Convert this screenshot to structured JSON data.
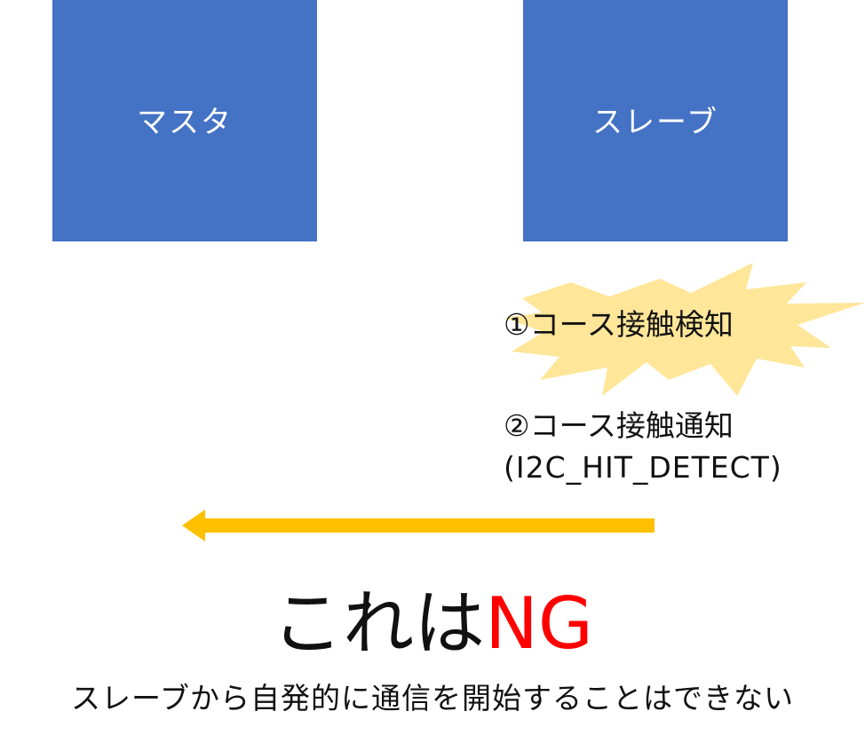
{
  "nodes": {
    "master": "マスタ",
    "slave": "スレーブ"
  },
  "steps": {
    "step1": "①コース接触検知",
    "step2": "②コース接触通知",
    "step2_sub": "(I2C_HIT_DETECT)"
  },
  "verdict": {
    "prefix": "これは",
    "highlight": "NG"
  },
  "explanation": "スレーブから自発的に通信を開始することはできない",
  "colors": {
    "box": "#4472c4",
    "burst": "#ffe699",
    "arrow": "#ffc000",
    "ng": "#ff0000"
  }
}
